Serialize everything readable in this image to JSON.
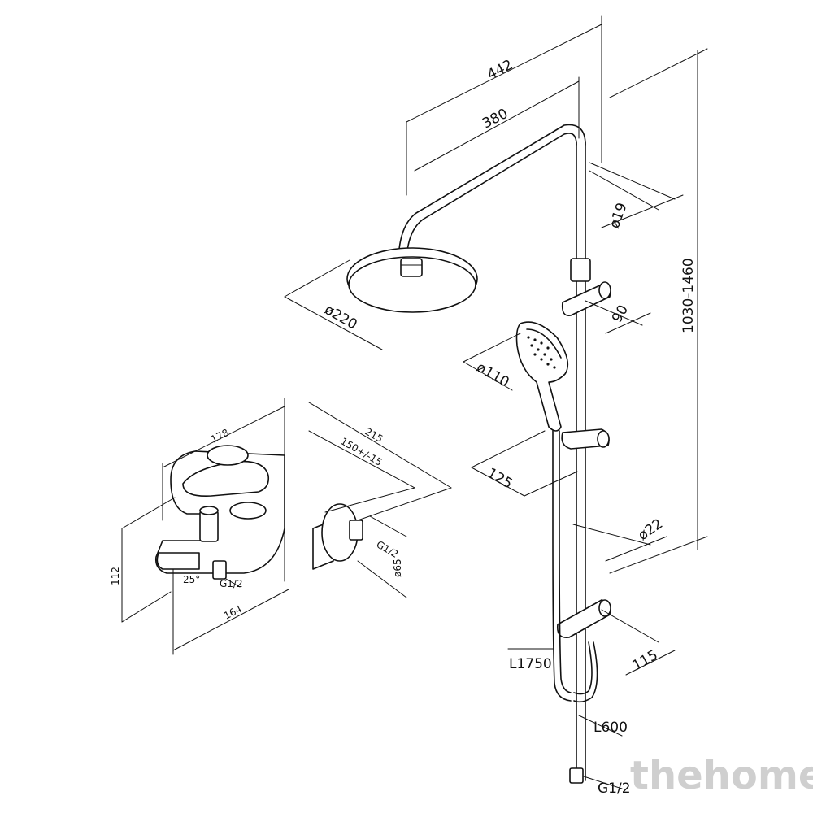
{
  "labels": {
    "d442": "442",
    "d380": "380",
    "d19": "ø19",
    "d1030": "1030-1460",
    "d220": "ø220",
    "d90": "90",
    "d110": "ø110",
    "d125": "125",
    "d22": "ø22",
    "d115": "115",
    "l1750": "L1750",
    "l600": "L600",
    "g12_hose": "G1/2",
    "d178": "178",
    "d215": "215",
    "d150": "150+/-15",
    "d112": "112",
    "d164": "164",
    "d65": "ø65",
    "g12_mixer": "G1/2",
    "g12_spout": "G1/2",
    "angle25": "25°"
  },
  "watermark": "thehome"
}
